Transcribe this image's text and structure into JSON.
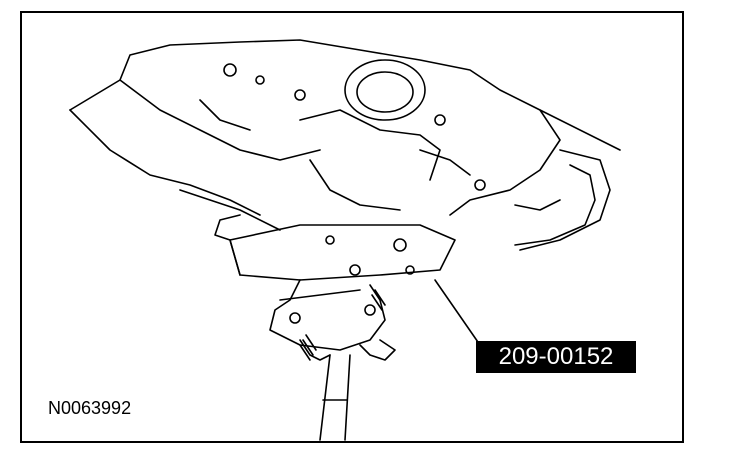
{
  "figure": {
    "tool_number": "209-00152",
    "figure_id": "N0063992"
  },
  "colors": {
    "line": "#000000",
    "background": "#ffffff",
    "label_background": "#000000",
    "label_text": "#ffffff"
  },
  "icons": [
    "transmission-drawing",
    "jack-adapter-drawing",
    "leader-line"
  ]
}
